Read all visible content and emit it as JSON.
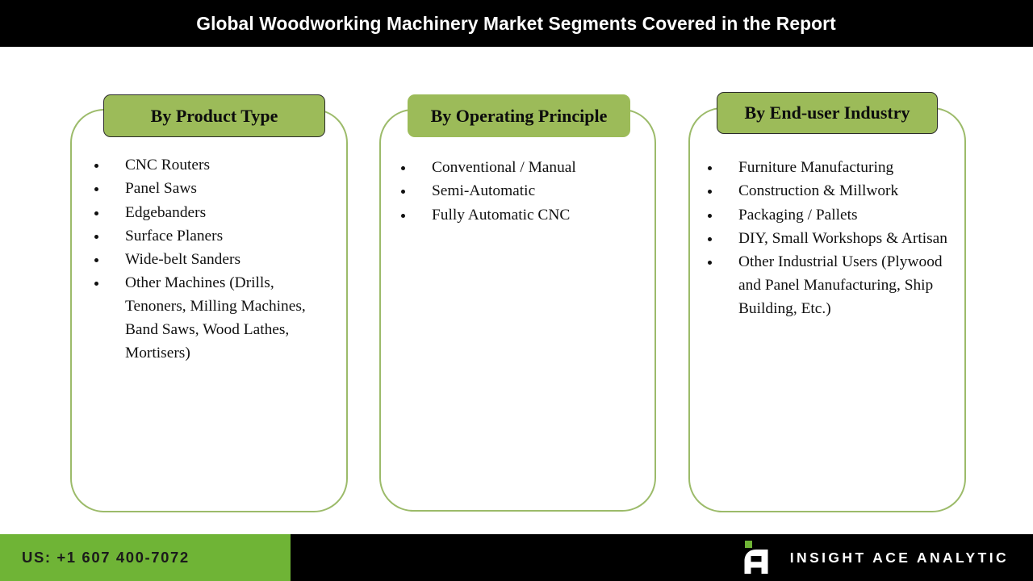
{
  "header": {
    "title": "Global Woodworking Machinery Market Segments Covered in the Report",
    "background_color": "#000000",
    "text_color": "#ffffff"
  },
  "theme": {
    "chip_green": "#9CBB59",
    "card_border_green": "#9CBB6A",
    "footer_green": "#6FB436",
    "text_black": "#111111"
  },
  "segments": [
    {
      "heading": "By Product Type",
      "items": [
        "CNC Routers",
        "Panel Saws",
        "Edgebanders",
        "Surface Planers",
        "Wide-belt Sanders",
        "Other Machines (Drills, Tenoners, Milling Machines, Band Saws, Wood Lathes, Mortisers)"
      ]
    },
    {
      "heading": "By Operating Principle",
      "items": [
        "Conventional / Manual",
        "Semi-Automatic",
        "Fully Automatic CNC"
      ]
    },
    {
      "heading": "By End-user Industry",
      "items": [
        "Furniture Manufacturing",
        "Construction & Millwork",
        "Packaging / Pallets",
        "DIY, Small Workshops & Artisan",
        "Other Industrial Users (Plywood and Panel Manufacturing, Ship Building, Etc.)"
      ]
    }
  ],
  "footer": {
    "phone": "US: +1 607 400-7072",
    "brand_name": "INSIGHT ACE ANALYTIC",
    "logo_icon": "insightace-a-logo-icon"
  }
}
